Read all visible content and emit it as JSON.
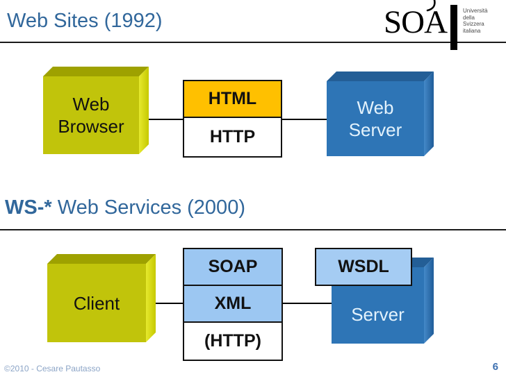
{
  "slide": {
    "title1": "Web Sites (1992)",
    "title2_bold": "WS-*",
    "title2_rest": " Web Services (2000)",
    "footer": "©2010 - Cesare Pautasso",
    "page_number": "6"
  },
  "logo": {
    "text": "SOA",
    "university_lines": [
      "Università",
      "della",
      "Svizzera",
      "italiana"
    ]
  },
  "diagram1": {
    "left_node": {
      "line1": "Web",
      "line2": "Browser"
    },
    "stack": [
      {
        "label": "HTML",
        "fill": "#FFC000"
      },
      {
        "label": "HTTP",
        "fill": "#FFFFFF"
      }
    ],
    "right_node": {
      "line1": "Web",
      "line2": "Server"
    }
  },
  "diagram2": {
    "left_node": {
      "label": "Client"
    },
    "stack": [
      {
        "label": "SOAP",
        "fill": "#9CC7F2"
      },
      {
        "label": "XML",
        "fill": "#9CC7F2"
      },
      {
        "label": "(HTTP)",
        "fill": "#FFFFFF"
      }
    ],
    "wsdl_label": "WSDL",
    "right_node": {
      "label": "Server"
    }
  },
  "colors": {
    "title_blue": "#31679B",
    "rule_black": "#1A1A1A",
    "gold": "#FFC000",
    "light_blue": "#9CC7F2",
    "cube_yellow_front": "#C1C40B",
    "cube_yellow_top": "#9EA100",
    "cube_yellow_side": "#E2E52A",
    "cube_blue_front": "#2E75B6",
    "cube_blue_top": "#235E96",
    "cube_blue_side": "#3F84C5",
    "footer_text": "#8BA4C6",
    "page_number_blue": "#3E70B0"
  }
}
